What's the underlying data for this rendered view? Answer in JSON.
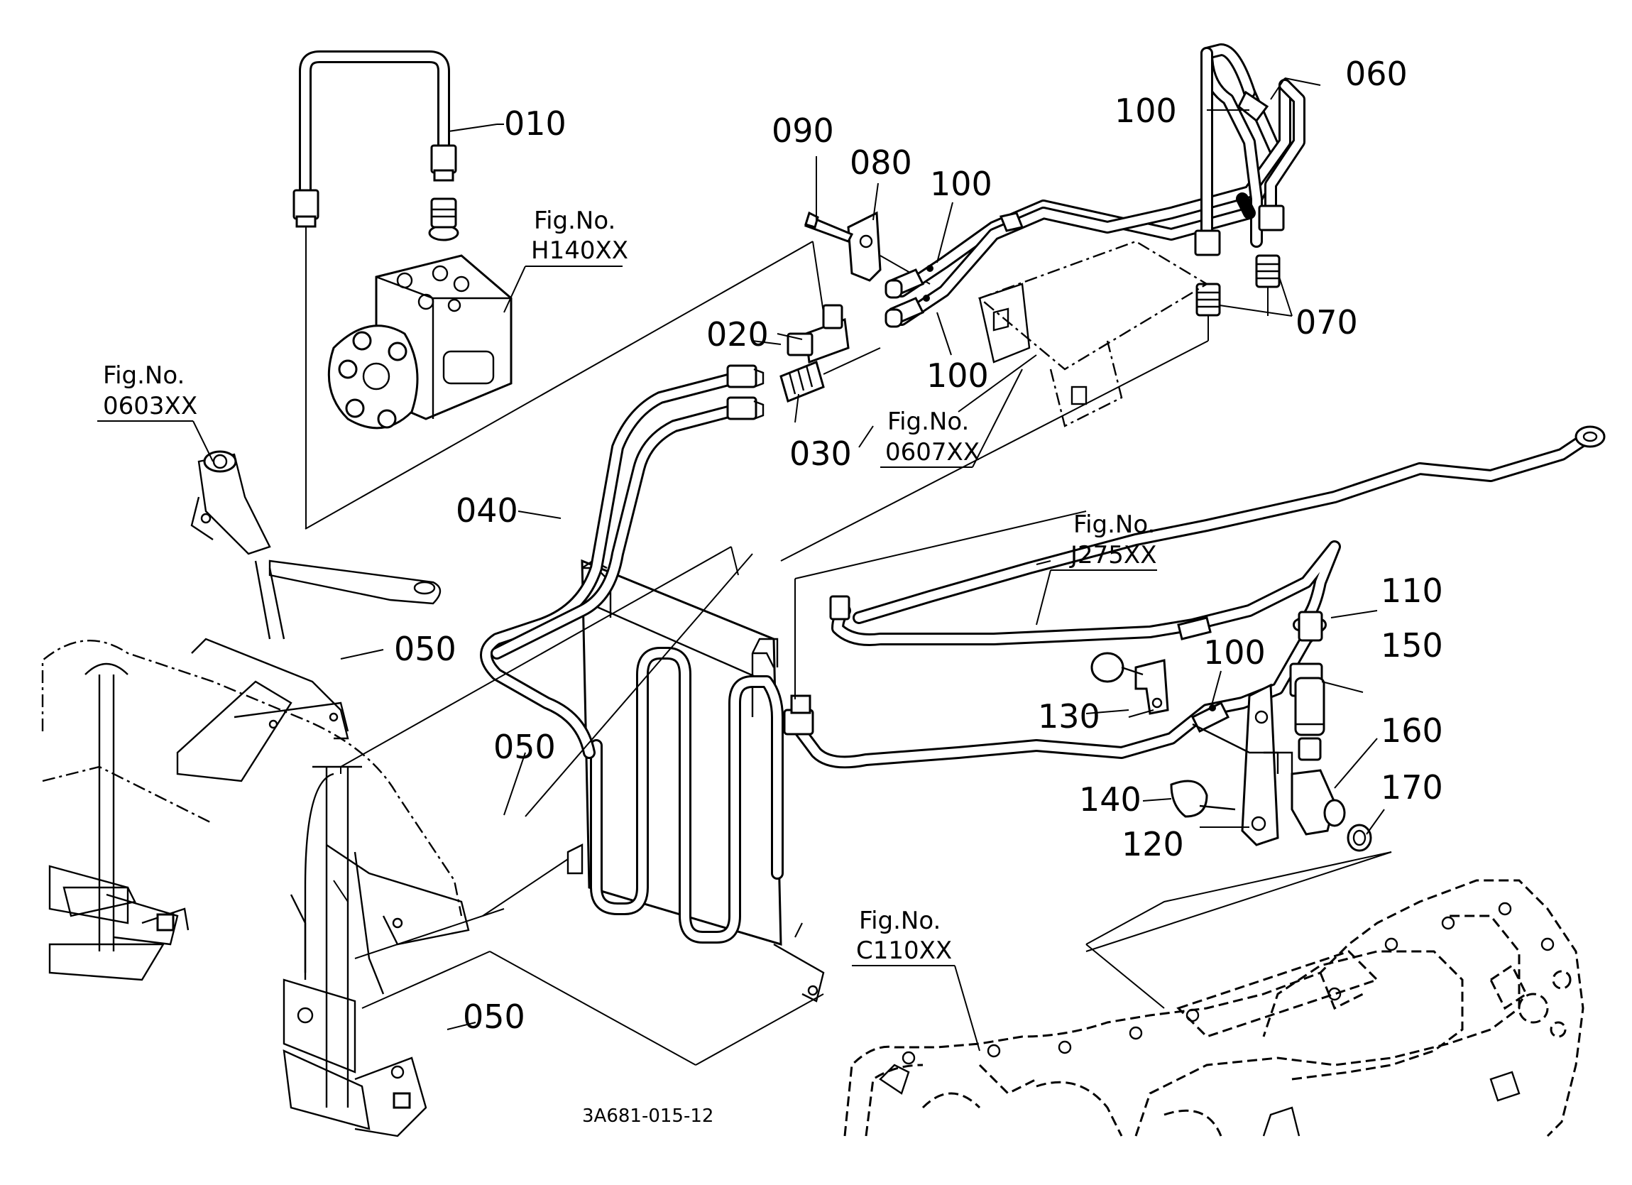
{
  "callouts": {
    "p010": "010",
    "p020": "020",
    "p030": "030",
    "p040": "040",
    "p050a": "050",
    "p050b": "050",
    "p050c": "050",
    "p060": "060",
    "p070": "070",
    "p080": "080",
    "p090": "090",
    "p100a": "100",
    "p100b": "100",
    "p100c": "100",
    "p100d": "100",
    "p110": "110",
    "p120": "120",
    "p130": "130",
    "p140": "140",
    "p150": "150",
    "p160": "160",
    "p170": "170"
  },
  "figure_refs": {
    "fig_prefix": "Fig.No.",
    "h140": "H140XX",
    "f0603": "0603XX",
    "f0607": "0607XX",
    "j275": "J275XX",
    "c110": "C110XX"
  },
  "drawing_code": "3A681-015-12"
}
